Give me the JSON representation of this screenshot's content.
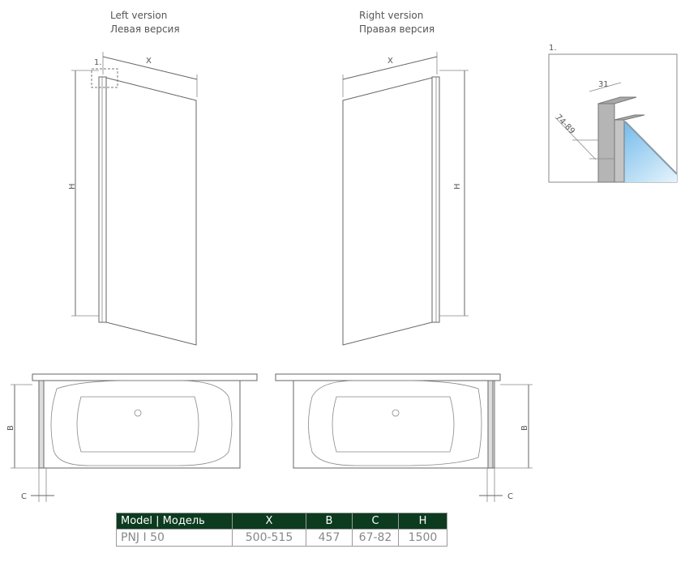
{
  "left": {
    "title_en": "Left version",
    "title_ru": "Левая версия",
    "detail_ref": "1.",
    "x_label": "X",
    "h_label": "H"
  },
  "right": {
    "title_en": "Right version",
    "title_ru": "Правая версия",
    "x_label": "X",
    "h_label": "H"
  },
  "detail": {
    "ref": "1.",
    "width": "31",
    "range": "74-89",
    "glass_color": "#8cc8ee"
  },
  "plan_left": {
    "b_label": "B",
    "c_label": "C"
  },
  "plan_right": {
    "b_label": "B",
    "c_label": "C"
  },
  "table": {
    "header_color": "#0c3b1f",
    "headers": [
      "Model | Модель",
      "X",
      "B",
      "C",
      "H"
    ],
    "rows": [
      [
        "PNJ I 50",
        "500-515",
        "457",
        "67-82",
        "1500"
      ]
    ]
  }
}
